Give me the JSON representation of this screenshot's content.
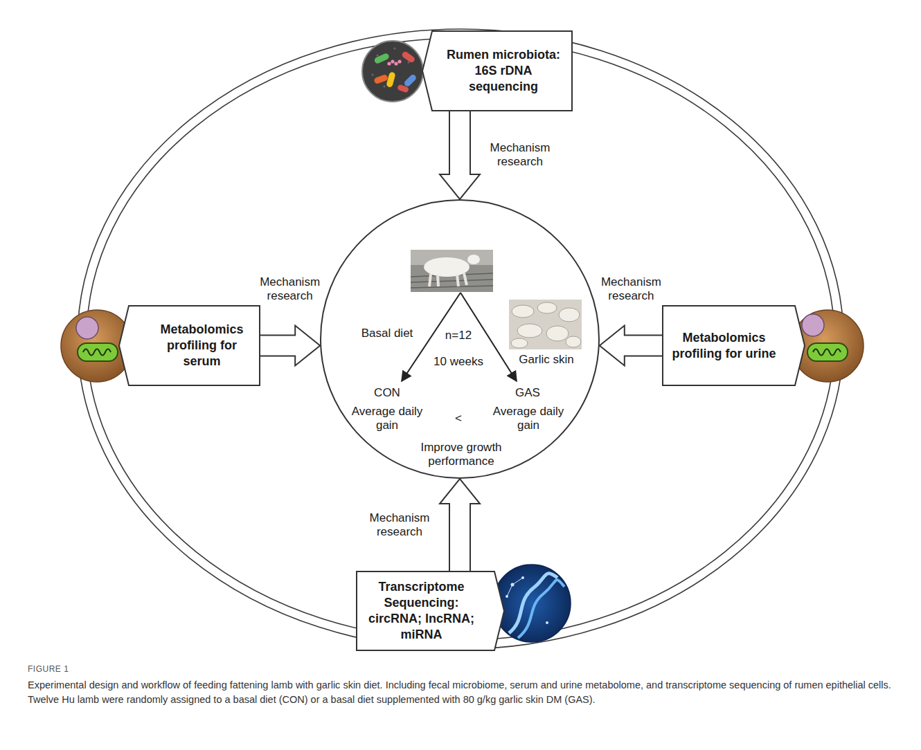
{
  "diagram": {
    "caption": "Experimental design and workflow of feeding fattening lamb with garlic skin diet. Including fecal microbiome, serum and urine metabolome, and transcriptome sequencing of rumen epithelial cells. Twelve Hu lamb were randomly assigned to a basal diet (CON) or a basal diet supplemented with 80 g/kg garlic skin DM (GAS).",
    "nodes": [
      {
        "text": [
          "Rumen microbiota: 16S rDNA sequencing"
        ]
      },
      {
        "text": [
          "Metabolomics profiling for serum"
        ]
      },
      {
        "text": [
          "Basal diet",
          "n=12",
          "Garlic skin",
          "10 weeks",
          "CON",
          "GAS",
          "Average daily gain",
          "<",
          "Average daily gain",
          "Improve growth performance"
        ]
      },
      {
        "text": [
          "Metabolomics profiling for urine"
        ]
      },
      {
        "text": [
          "Transcriptome Sequencing: circRNA; lncRNA; miRNA"
        ]
      }
    ],
    "edges": [
      {
        "from": 0,
        "to": 2,
        "label": "Mechanism research",
        "arrow": "to"
      },
      {
        "from": 1,
        "to": 2,
        "label": "Mechanism research",
        "arrow": "to"
      },
      {
        "from": 3,
        "to": 2,
        "label": "Mechanism research",
        "arrow": "to"
      },
      {
        "from": 4,
        "to": 2,
        "label": "Mechanism research",
        "arrow": "to"
      }
    ],
    "labels": [
      "FIGURE 1"
    ]
  }
}
